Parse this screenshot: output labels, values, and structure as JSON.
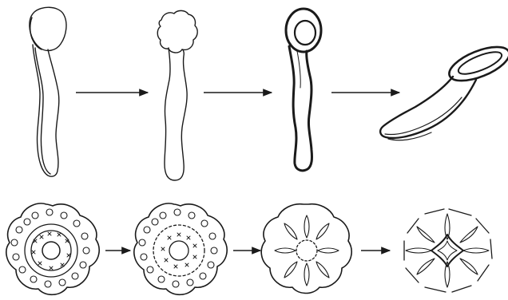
{
  "stroke_color": "#1a1a1a",
  "background_color": "#ffffff",
  "rows": [
    {
      "name": "top-row",
      "stages": 4,
      "arrows": 3
    },
    {
      "name": "bottom-row",
      "stages": 4,
      "arrows": 3
    }
  ]
}
